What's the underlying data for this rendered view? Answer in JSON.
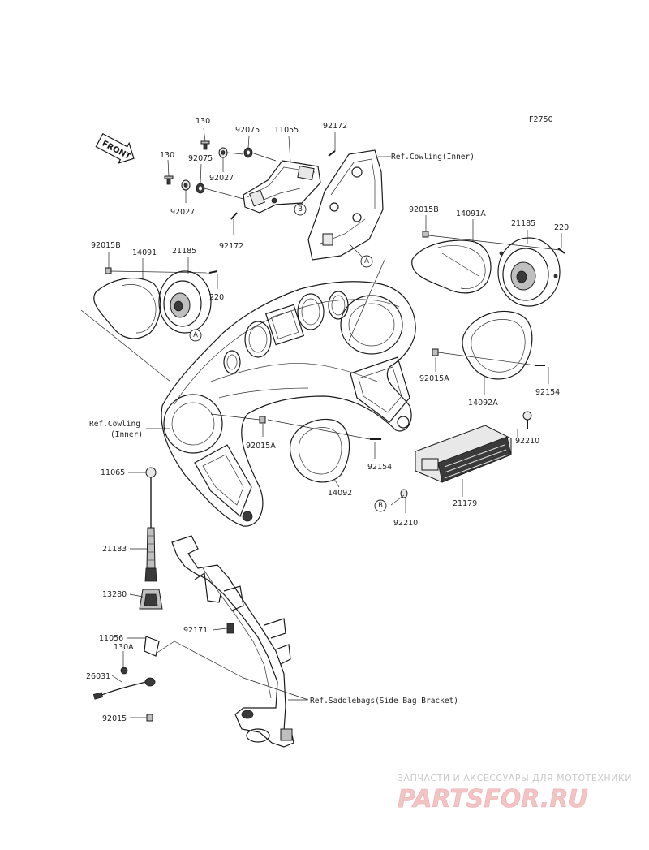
{
  "figure_code": "F2750",
  "front_label": "FRONT",
  "ref_labels": {
    "cowling_inner_top": "Ref.Cowling(Inner)",
    "cowling_inner_left_1": "Ref.Cowling",
    "cowling_inner_left_2": "(Inner)",
    "saddlebags": "Ref.Saddlebags(Side Bag Bracket)"
  },
  "callouts": {
    "a_top": "A",
    "a_left": "A",
    "b_top": "B",
    "b_bottom": "B"
  },
  "part_numbers": [
    {
      "id": "p130-top",
      "text": "130"
    },
    {
      "id": "p130-left",
      "text": "130"
    },
    {
      "id": "p92075-top",
      "text": "92075"
    },
    {
      "id": "p92075-left",
      "text": "92075"
    },
    {
      "id": "p11055",
      "text": "11055"
    },
    {
      "id": "p92172-top",
      "text": "92172"
    },
    {
      "id": "p92027-mid",
      "text": "92027"
    },
    {
      "id": "p92027-left",
      "text": "92027"
    },
    {
      "id": "p92172-bottom",
      "text": "92172"
    },
    {
      "id": "p92015B-right",
      "text": "92015B"
    },
    {
      "id": "p14091A",
      "text": "14091A"
    },
    {
      "id": "p21185-right",
      "text": "21185"
    },
    {
      "id": "p220-right",
      "text": "220"
    },
    {
      "id": "p92015B-left",
      "text": "92015B"
    },
    {
      "id": "p14091",
      "text": "14091"
    },
    {
      "id": "p21185-left",
      "text": "21185"
    },
    {
      "id": "p220-left",
      "text": "220"
    },
    {
      "id": "p92015A-right",
      "text": "92015A"
    },
    {
      "id": "p92154-right",
      "text": "92154"
    },
    {
      "id": "p14092A",
      "text": "14092A"
    },
    {
      "id": "p92210-top",
      "text": "92210"
    },
    {
      "id": "p92015A-left",
      "text": "92015A"
    },
    {
      "id": "p92154-left",
      "text": "92154"
    },
    {
      "id": "p14092",
      "text": "14092"
    },
    {
      "id": "p21179",
      "text": "21179"
    },
    {
      "id": "p92210-bottom",
      "text": "92210"
    },
    {
      "id": "p11065",
      "text": "11065"
    },
    {
      "id": "p21183",
      "text": "21183"
    },
    {
      "id": "p13280",
      "text": "13280"
    },
    {
      "id": "p92171",
      "text": "92171"
    },
    {
      "id": "p11056",
      "text": "11056"
    },
    {
      "id": "p130A",
      "text": "130A"
    },
    {
      "id": "p26031",
      "text": "26031"
    },
    {
      "id": "p92015",
      "text": "92015"
    }
  ],
  "watermark": {
    "tagline": "ЗАПЧАСТИ И АКСЕССУАРЫ ДЛЯ МОТОТЕХНИКИ",
    "logo": "PARTSFOR.RU"
  }
}
